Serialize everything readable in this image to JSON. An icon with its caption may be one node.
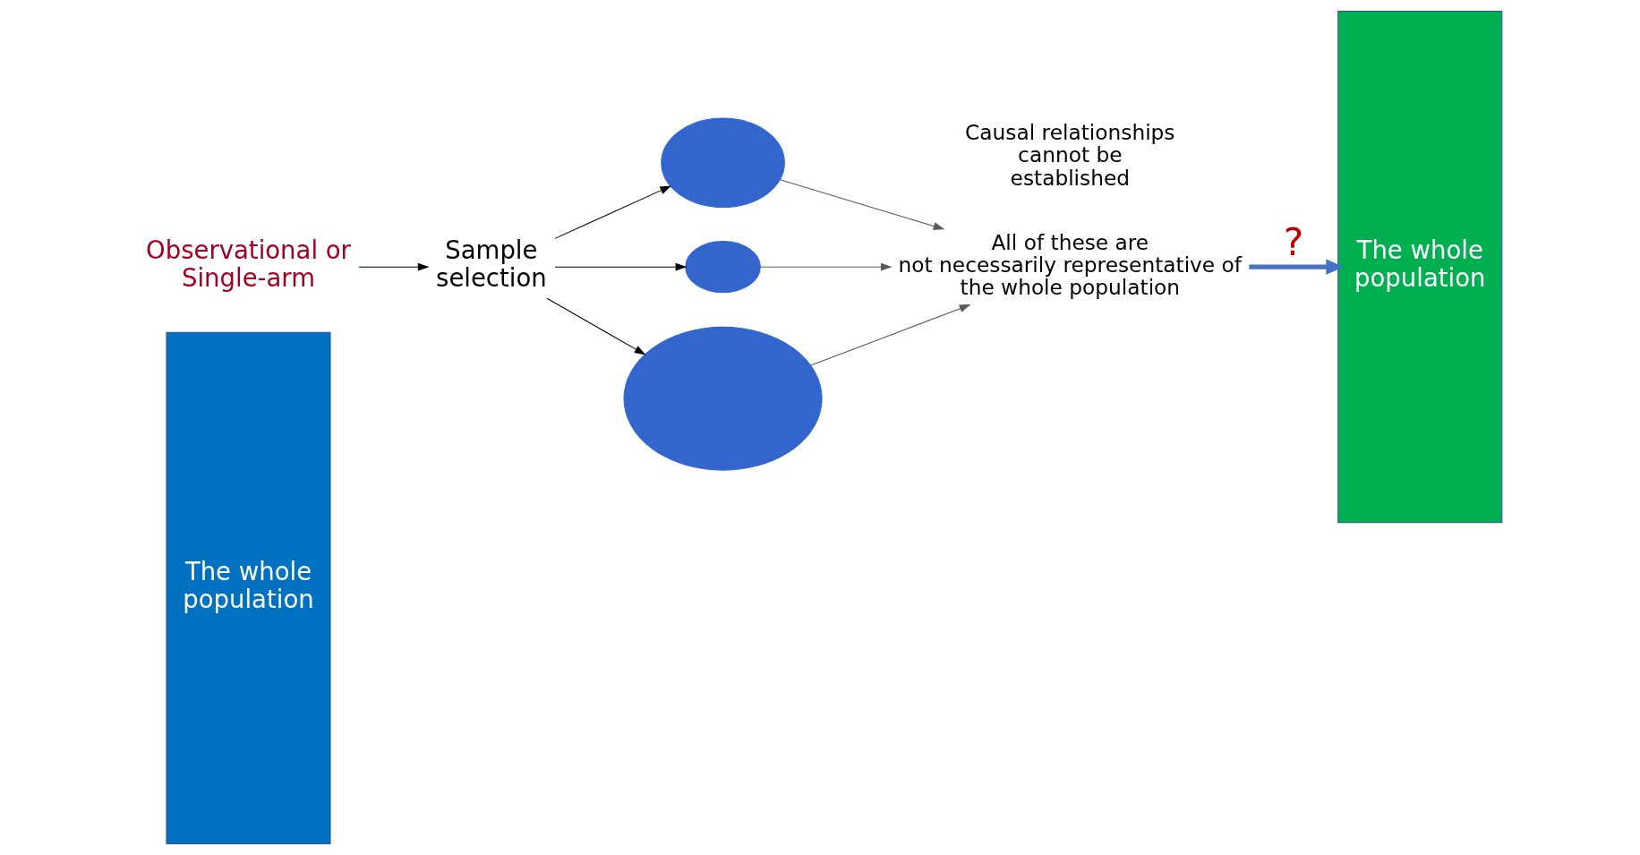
{
  "diagram": {
    "nodes": [
      {
        "text": [
          "The whole population"
        ]
      },
      {
        "text": [
          "Observational or Single-arm"
        ]
      },
      {
        "text": [
          "Sample selection"
        ]
      },
      {
        "text": [],
        "shape": "ellipse"
      },
      {
        "text": [],
        "shape": "ellipse"
      },
      {
        "text": [],
        "shape": "ellipse"
      },
      {
        "text": [
          "All of these are not necessarily representative of the whole population"
        ]
      },
      {
        "text": [
          "The whole population"
        ]
      }
    ],
    "edges": [
      {
        "from": 1,
        "to": 2,
        "arrow": "to"
      },
      {
        "from": 2,
        "to": 3,
        "arrow": "to"
      },
      {
        "from": 2,
        "to": 4,
        "arrow": "to"
      },
      {
        "from": 2,
        "to": 5,
        "arrow": "to"
      },
      {
        "from": 3,
        "to": 6,
        "arrow": "to",
        "color": "#595959"
      },
      {
        "from": 4,
        "to": 6,
        "arrow": "to",
        "color": "#595959"
      },
      {
        "from": 5,
        "to": 6,
        "arrow": "to",
        "color": "#595959"
      },
      {
        "from": 6,
        "to": 7,
        "arrow": "to",
        "label": "?",
        "style": "thick",
        "color": "#4472c4"
      }
    ],
    "labels": [
      "Causal relationships cannot be established"
    ]
  }
}
